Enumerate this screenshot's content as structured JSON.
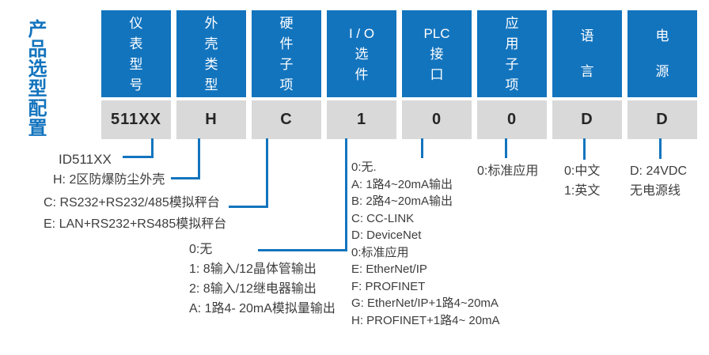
{
  "title": "产品选型配置",
  "colors": {
    "primary_blue": "#1374be",
    "value_box_gray": "#d9d9d9",
    "annotation_text": "#3d3d3d"
  },
  "columns": [
    {
      "id": "instrument-model",
      "header_lines": [
        "仪",
        "表",
        "型",
        "号"
      ],
      "code": "511XX",
      "annotation": [
        "ID511XX"
      ]
    },
    {
      "id": "enclosure-type",
      "header_lines": [
        "外",
        "壳",
        "类",
        "型"
      ],
      "code": "H",
      "annotation": [
        "H: 2区防爆防尘外壳"
      ]
    },
    {
      "id": "hardware-subitem",
      "header_lines": [
        "硬",
        "件",
        "子",
        "项"
      ],
      "code": "C",
      "annotation": [
        "C: RS232+RS232/485模拟秤台",
        "E: LAN+RS232+RS485模拟秤台"
      ]
    },
    {
      "id": "io-option",
      "header_lines": [
        "I / O",
        "选",
        "件"
      ],
      "code": "1",
      "annotation": [
        "0:无",
        "1: 8输入/12晶体管输出",
        "2: 8输入/12继电器输出",
        "A: 1路4- 20mA模拟量输出"
      ]
    },
    {
      "id": "plc-interface",
      "header_lines": [
        "PLC",
        "接",
        "口"
      ],
      "code": "0",
      "annotation": [
        "0:无.",
        "A: 1路4~20mA输出",
        "B: 2路4~20mA输出",
        "C: CC-LINK",
        "D: DeviceNet",
        "0:标准应用",
        "E: EtherNet/IP",
        "F: PROFINET",
        "G: EtherNet/IP+1路4~20mA",
        "H: PROFINET+1路4~ 20mA"
      ]
    },
    {
      "id": "application-subitem",
      "header_lines": [
        "应",
        "用",
        "子",
        "项"
      ],
      "code": "0",
      "annotation": [
        "0:标准应用"
      ]
    },
    {
      "id": "language",
      "header_lines": [
        "语",
        "言"
      ],
      "code": "D",
      "annotation": [
        "0:中文",
        "1:英文"
      ]
    },
    {
      "id": "power-supply",
      "header_lines": [
        "电",
        "源"
      ],
      "code": "D",
      "annotation": [
        "D: 24VDC",
        "无电源线"
      ]
    }
  ]
}
